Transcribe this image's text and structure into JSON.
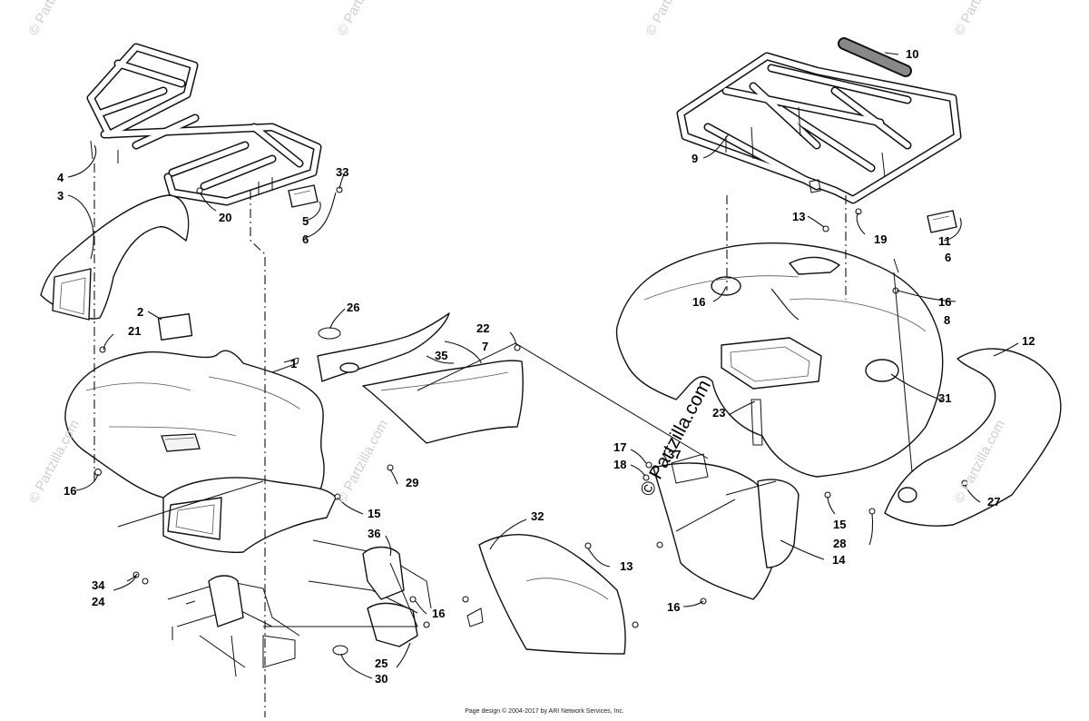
{
  "diagram": {
    "footer": "Page design © 2004-2017 by ARI Network Services, Inc.",
    "watermark": "© Partzilla.com",
    "callouts": [
      {
        "id": "c1",
        "label": "1"
      },
      {
        "id": "c2",
        "label": "2"
      },
      {
        "id": "c3",
        "label": "3"
      },
      {
        "id": "c4",
        "label": "4"
      },
      {
        "id": "c5",
        "label": "5"
      },
      {
        "id": "c6a",
        "label": "6"
      },
      {
        "id": "c6b",
        "label": "6"
      },
      {
        "id": "c7",
        "label": "7"
      },
      {
        "id": "c8",
        "label": "8"
      },
      {
        "id": "c9",
        "label": "9"
      },
      {
        "id": "c10",
        "label": "10"
      },
      {
        "id": "c11",
        "label": "11"
      },
      {
        "id": "c12",
        "label": "12"
      },
      {
        "id": "c13a",
        "label": "13"
      },
      {
        "id": "c13b",
        "label": "13"
      },
      {
        "id": "c14",
        "label": "14"
      },
      {
        "id": "c15a",
        "label": "15"
      },
      {
        "id": "c15b",
        "label": "15"
      },
      {
        "id": "c16a",
        "label": "16"
      },
      {
        "id": "c16b",
        "label": "16"
      },
      {
        "id": "c16c",
        "label": "16"
      },
      {
        "id": "c16d",
        "label": "16"
      },
      {
        "id": "c16e",
        "label": "16"
      },
      {
        "id": "c17",
        "label": "17"
      },
      {
        "id": "c18",
        "label": "18"
      },
      {
        "id": "c19",
        "label": "19"
      },
      {
        "id": "c20",
        "label": "20"
      },
      {
        "id": "c21",
        "label": "21"
      },
      {
        "id": "c22",
        "label": "22"
      },
      {
        "id": "c23",
        "label": "23"
      },
      {
        "id": "c24",
        "label": "24"
      },
      {
        "id": "c25",
        "label": "25"
      },
      {
        "id": "c26",
        "label": "26"
      },
      {
        "id": "c27",
        "label": "27"
      },
      {
        "id": "c28",
        "label": "28"
      },
      {
        "id": "c29",
        "label": "29"
      },
      {
        "id": "c30",
        "label": "30"
      },
      {
        "id": "c31",
        "label": "31"
      },
      {
        "id": "c32",
        "label": "32"
      },
      {
        "id": "c33",
        "label": "33"
      },
      {
        "id": "c34",
        "label": "34"
      },
      {
        "id": "c35",
        "label": "35"
      },
      {
        "id": "c36",
        "label": "36"
      },
      {
        "id": "c37",
        "label": "37"
      }
    ]
  }
}
